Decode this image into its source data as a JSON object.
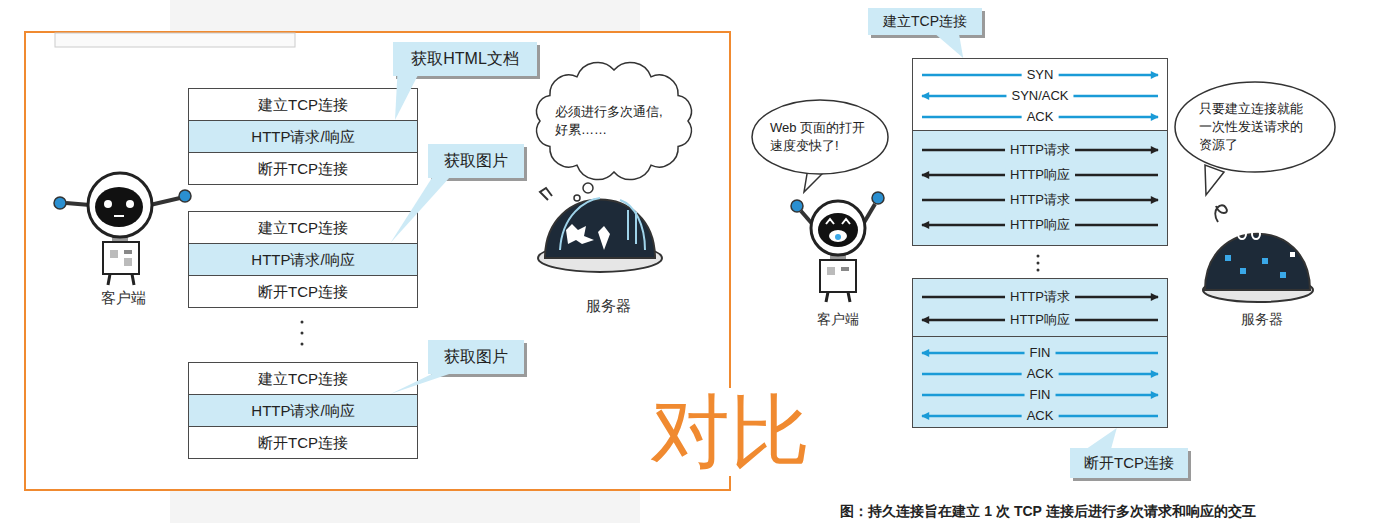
{
  "diagram": {
    "caption": "图：持久连接旨在建立 1 次 TCP 连接后进行多次请求和响应的交互",
    "nodes": [
      {
        "text": [
          "建立TCP连接"
        ]
      },
      {
        "text": [
          "HTTP请求/响应"
        ]
      },
      {
        "text": [
          "断开TCP连接"
        ]
      },
      {
        "text": [
          "建立TCP连接"
        ]
      },
      {
        "text": [
          "HTTP请求/响应"
        ]
      },
      {
        "text": [
          "断开TCP连接"
        ]
      },
      {
        "text": [
          "建立TCP连接"
        ]
      },
      {
        "text": [
          "HTTP请求/响应"
        ]
      },
      {
        "text": [
          "断开TCP连接"
        ]
      },
      {
        "text": [
          "获取HTML文档"
        ]
      },
      {
        "text": [
          "获取图片"
        ]
      },
      {
        "text": [
          "获取图片"
        ]
      },
      {
        "text": [
          "必须进行多次通信, 好累……"
        ]
      },
      {
        "text": [
          "建立TCP连接"
        ]
      },
      {
        "text": [
          "SYN",
          "SYN/ACK",
          "ACK"
        ]
      },
      {
        "text": [
          "HTTP请求",
          "HTTP响应",
          "HTTP请求",
          "HTTP响应"
        ]
      },
      {
        "text": [
          "HTTP请求",
          "HTTP响应"
        ]
      },
      {
        "text": [
          "FIN",
          "ACK",
          "FIN",
          "ACK"
        ]
      },
      {
        "text": [
          "断开TCP连接"
        ]
      },
      {
        "text": [
          "Web 页面的打开 速度变快了!"
        ]
      },
      {
        "text": [
          "只要建立连接就能 一次性发送请求的 资源了"
        ]
      }
    ],
    "edges": [
      {
        "from": 9,
        "to": 1,
        "arrow": "none"
      },
      {
        "from": 10,
        "to": 4,
        "arrow": "none"
      },
      {
        "from": 11,
        "to": 7,
        "arrow": "none"
      },
      {
        "from": 13,
        "to": 14,
        "arrow": "none"
      },
      {
        "from": 18,
        "to": 17,
        "arrow": "none"
      }
    ],
    "labels": [
      "客户端",
      "服务器",
      "对比",
      "客户端",
      "服务器"
    ]
  }
}
